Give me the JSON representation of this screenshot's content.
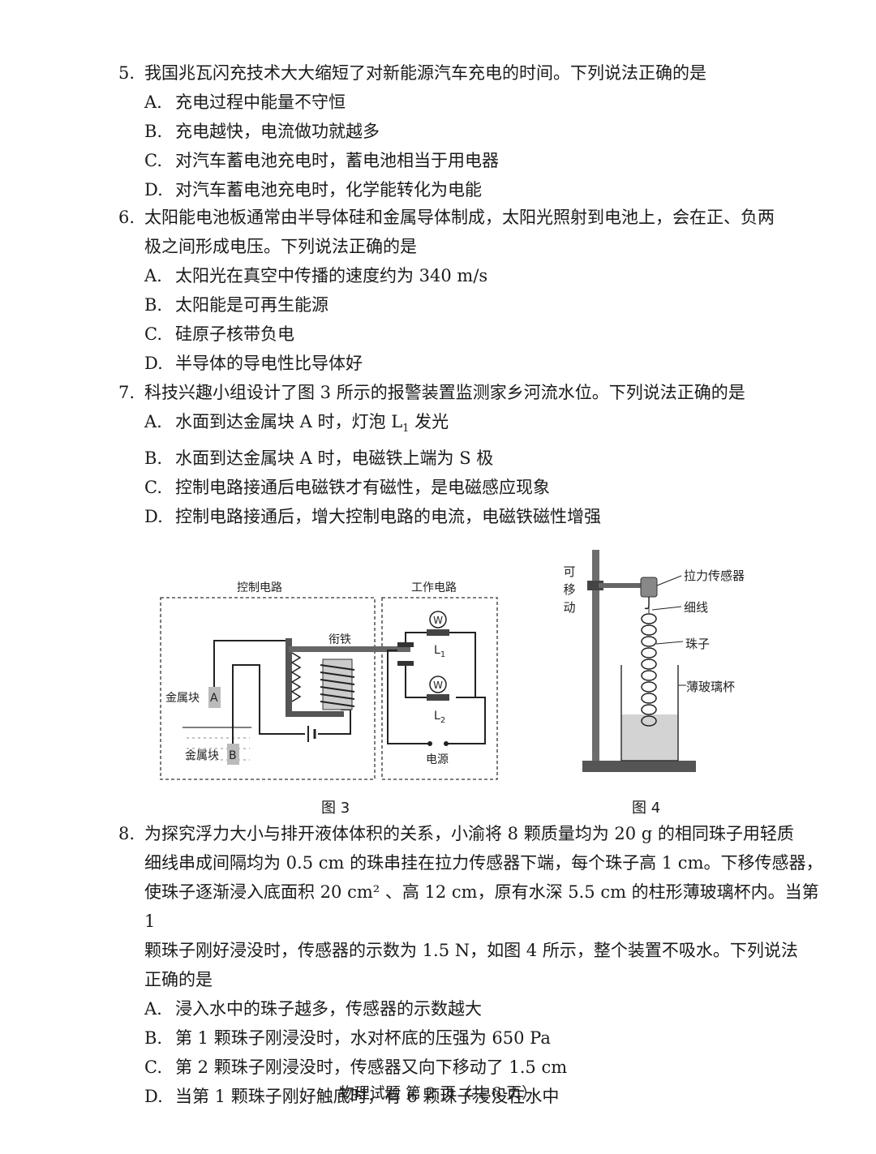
{
  "q5": {
    "num": "5.",
    "stem": "我国兆瓦闪充技术大大缩短了对新能源汽车充电的时间。下列说法正确的是",
    "options": [
      {
        "label": "A.",
        "text": "充电过程中能量不守恒"
      },
      {
        "label": "B.",
        "text": "充电越快，电流做功就越多"
      },
      {
        "label": "C.",
        "text": "对汽车蓄电池充电时，蓄电池相当于用电器"
      },
      {
        "label": "D.",
        "text": "对汽车蓄电池充电时，化学能转化为电能"
      }
    ]
  },
  "q6": {
    "num": "6.",
    "stem1": "太阳能电池板通常由半导体硅和金属导体制成，太阳光照射到电池上，会在正、负两",
    "stem2": "极之间形成电压。下列说法正确的是",
    "options": [
      {
        "label": "A.",
        "text": "太阳光在真空中传播的速度约为 340 m/s"
      },
      {
        "label": "B.",
        "text": "太阳能是可再生能源"
      },
      {
        "label": "C.",
        "text": "硅原子核带负电"
      },
      {
        "label": "D.",
        "text": "半导体的导电性比导体好"
      }
    ]
  },
  "q7": {
    "num": "7.",
    "stem": "科技兴趣小组设计了图 3 所示的报警装置监测家乡河流水位。下列说法正确的是",
    "optA_pre": "水面到达金属块 A 时，灯泡 L",
    "optA_sub": "1",
    "optA_post": " 发光",
    "options": [
      {
        "label": "A.",
        "text": ""
      },
      {
        "label": "B.",
        "text": "水面到达金属块 A 时，电磁铁上端为 S 极"
      },
      {
        "label": "C.",
        "text": "控制电路接通后电磁铁才有磁性，是电磁感应现象"
      },
      {
        "label": "D.",
        "text": "控制电路接通后，增大控制电路的电流，电磁铁磁性增强"
      }
    ]
  },
  "fig3": {
    "control_label": "控制电路",
    "work_label": "工作电路",
    "armature_label": "衔铁",
    "metal_a": "金属块",
    "a": "A",
    "metal_b": "金属块",
    "b": "B",
    "l1": "L",
    "l1_sub": "1",
    "l2": "L",
    "l2_sub": "2",
    "power": "电源",
    "lamp_symbol": "W",
    "caption": "图 3"
  },
  "fig4": {
    "movable": [
      "可",
      "移",
      "动"
    ],
    "sensor": "拉力传感器",
    "thread": "细线",
    "bead": "珠子",
    "cup": "薄玻璃杯",
    "caption": "图 4"
  },
  "q8": {
    "num": "8.",
    "lines": [
      "为探究浮力大小与排开液体体积的关系，小渝将 8 颗质量均为 20 g 的相同珠子用轻质",
      "细线串成间隔均为 0.5 cm 的珠串挂在拉力传感器下端，每个珠子高 1 cm。下移传感器，",
      "使珠子逐渐浸入底面积 20 cm² 、高 12 cm，原有水深 5.5 cm 的柱形薄玻璃杯内。当第 1",
      "颗珠子刚好浸没时，传感器的示数为 1.5 N，如图 4 所示，整个装置不吸水。下列说法",
      "正确的是"
    ],
    "options": [
      {
        "label": "A.",
        "text": "浸入水中的珠子越多，传感器的示数越大"
      },
      {
        "label": "B.",
        "text": "第 1 颗珠子刚浸没时，水对杯底的压强为 650 Pa"
      },
      {
        "label": "C.",
        "text": "第 2 颗珠子刚浸没时，传感器又向下移动了 1.5 cm"
      },
      {
        "label": "D.",
        "text": "当第 1 颗珠子刚好触底时，有 6 颗珠子浸没在水中"
      }
    ]
  },
  "footer": "物理试题 第 2 页（共 6 页）"
}
